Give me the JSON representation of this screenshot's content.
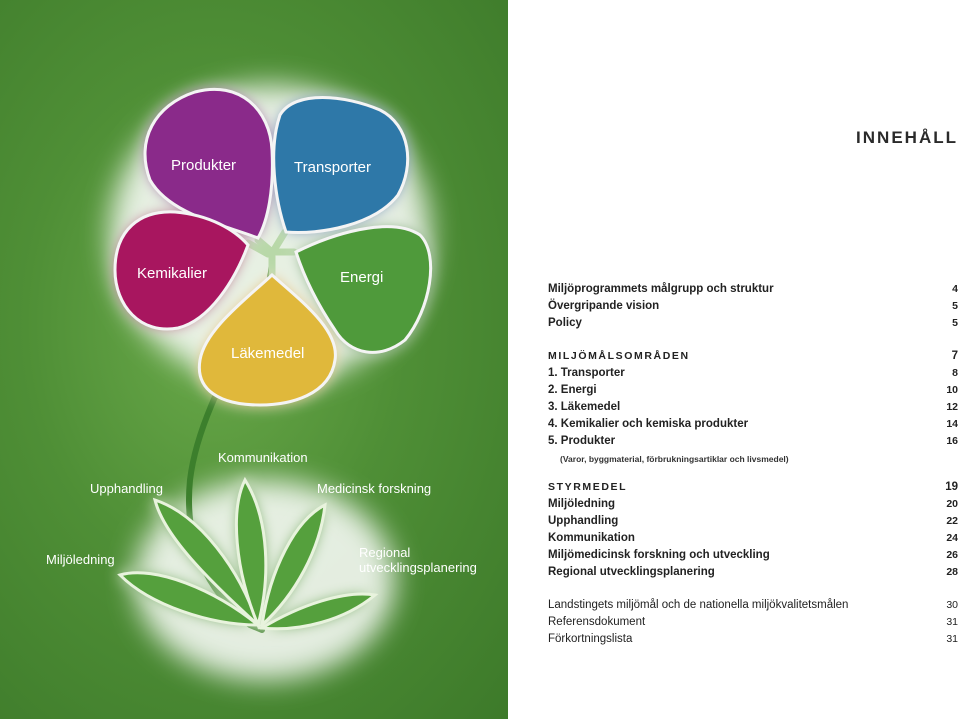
{
  "illustration": {
    "petals": {
      "produkter": "Produkter",
      "transporter": "Transporter",
      "kemikalier": "Kemikalier",
      "energi": "Energi",
      "lakemedel": "Läkemedel"
    },
    "leaves": {
      "kommunikation": "Kommunikation",
      "upphandling": "Upphandling",
      "medicinsk": "Medicinsk forskning",
      "miljoledning": "Miljöledning",
      "regional": "Regional utvecklingsplanering"
    },
    "colors": {
      "background": "#4f8f36",
      "produkter": "#8a2b8a",
      "transporter": "#2f78a8",
      "kemikalier": "#a8155f",
      "energi": "#4f9a3a",
      "lakemedel": "#e0b83a",
      "leaf": "#55a03c"
    }
  },
  "toc": {
    "heading": "INNEHÅLL",
    "intro": [
      {
        "title": "Miljöprogrammets målgrupp och struktur",
        "page": "4"
      },
      {
        "title": "Övergripande vision",
        "page": "5"
      },
      {
        "title": "Policy",
        "page": "5"
      }
    ],
    "omraden": {
      "title": "MILJÖMÅLSOMRÅDEN",
      "page": "7",
      "items": [
        {
          "title": "1. Transporter",
          "page": "8"
        },
        {
          "title": "2. Energi",
          "page": "10"
        },
        {
          "title": "3. Läkemedel",
          "page": "12"
        },
        {
          "title": "4. Kemikalier och kemiska produkter",
          "page": "14"
        },
        {
          "title": "5. Produkter",
          "page": "16"
        }
      ],
      "note": "(Varor, byggmaterial, förbrukningsartiklar och livsmedel)"
    },
    "styrmedel": {
      "title": "STYRMEDEL",
      "page": "19",
      "items": [
        {
          "title": "Miljöledning",
          "page": "20"
        },
        {
          "title": "Upphandling",
          "page": "22"
        },
        {
          "title": "Kommunikation",
          "page": "24"
        },
        {
          "title": "Miljömedicinsk forskning och utveckling",
          "page": "26"
        },
        {
          "title": "Regional utvecklingsplanering",
          "page": "28"
        }
      ]
    },
    "bilagor": [
      {
        "title": "Landstingets miljömål och de nationella miljökvalitetsmålen",
        "page": "30"
      },
      {
        "title": "Referensdokument",
        "page": "31"
      },
      {
        "title": "Förkortningslista",
        "page": "31"
      }
    ]
  }
}
